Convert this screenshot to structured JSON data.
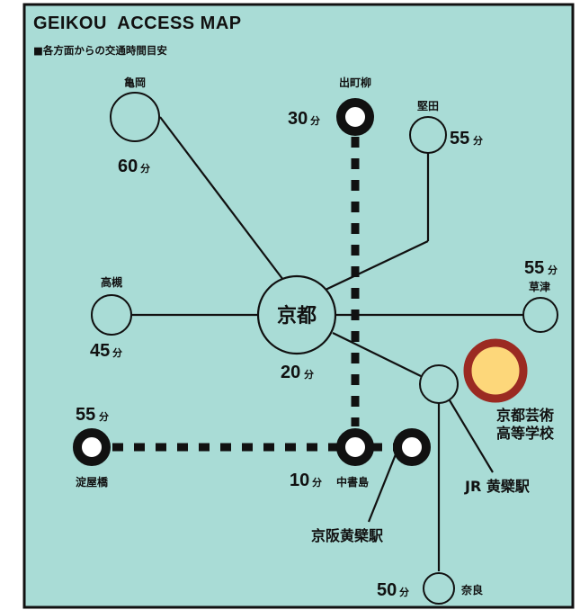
{
  "header": {
    "title": "GEIKOU  ACCESS MAP",
    "subtitle": "■各方面からの交通時間目安"
  },
  "hub": {
    "label": "京都",
    "time": "20",
    "unit": "分"
  },
  "stations": {
    "kameoka": {
      "name": "亀岡",
      "time": "60",
      "unit": "分"
    },
    "demachiyanagi": {
      "name": "出町柳",
      "time": "30",
      "unit": "分"
    },
    "katata": {
      "name": "堅田",
      "time": "55",
      "unit": "分"
    },
    "takatsuki": {
      "name": "高槻",
      "time": "45",
      "unit": "分"
    },
    "kusatsu": {
      "name": "草津",
      "time": "55",
      "unit": "分"
    },
    "yodoyabashi": {
      "name": "淀屋橋",
      "time": "55",
      "unit": "分"
    },
    "nakashojima": {
      "name": "中書島",
      "time": "10",
      "unit": "分"
    },
    "nara": {
      "name": "奈良",
      "time": "50",
      "unit": "分"
    }
  },
  "places": {
    "keihan_obaku": "京阪黄檗駅",
    "jr_obaku": "JR 黄檗駅",
    "school_line1": "京都芸術",
    "school_line2": "高等学校"
  },
  "colors": {
    "background": "#a9dcd6",
    "line": "#111111",
    "school_fill": "#fdd77a",
    "school_ring": "#9b2a22"
  }
}
